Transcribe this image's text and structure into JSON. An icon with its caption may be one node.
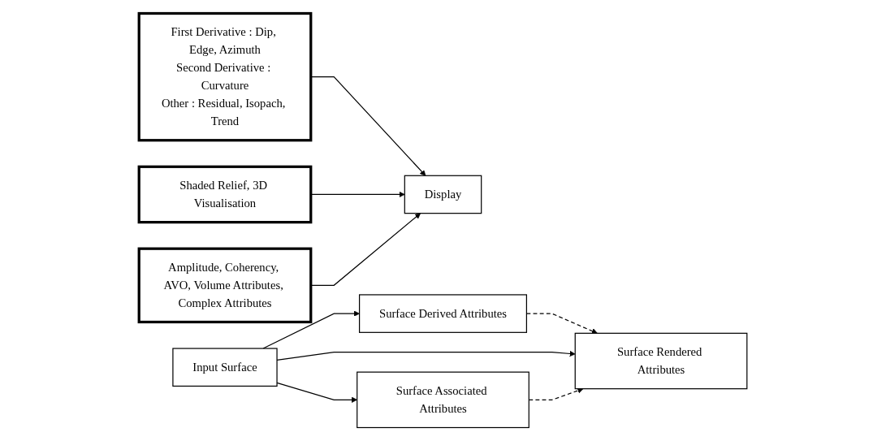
{
  "diagram": {
    "nodes": [
      {
        "text": [
          "Input Surface"
        ]
      },
      {
        "text": [
          "Surface Associated Attributes"
        ]
      },
      {
        "text": [
          "Amplitude, Coherency, AVO, Volume Attributes, Complex Attributes"
        ]
      },
      {
        "text": [
          "Surface Rendered Attributes"
        ]
      },
      {
        "text": [
          "Shaded Relief, 3D Visualisation"
        ]
      },
      {
        "text": [
          "Display"
        ]
      },
      {
        "text": [
          "Surface Derived Attributes"
        ]
      },
      {
        "text": [
          "First Derivative : Dip, Edge, Azimuth",
          "Second Derivative : Curvature",
          "Other : Residual, Isopach, Trend"
        ]
      }
    ],
    "edges": [
      {
        "from": 0,
        "to": 1,
        "arrow": "to"
      },
      {
        "from": 0,
        "to": 3,
        "arrow": "to"
      },
      {
        "from": 0,
        "to": 6,
        "arrow": "to"
      },
      {
        "from": 1,
        "to": 3,
        "arrow": "to",
        "style": "dashed"
      },
      {
        "from": 6,
        "to": 3,
        "arrow": "to",
        "style": "dashed"
      },
      {
        "from": 2,
        "to": 5,
        "arrow": "to"
      },
      {
        "from": 4,
        "to": 5,
        "arrow": "to"
      },
      {
        "from": 7,
        "to": 5,
        "arrow": "to"
      }
    ]
  }
}
